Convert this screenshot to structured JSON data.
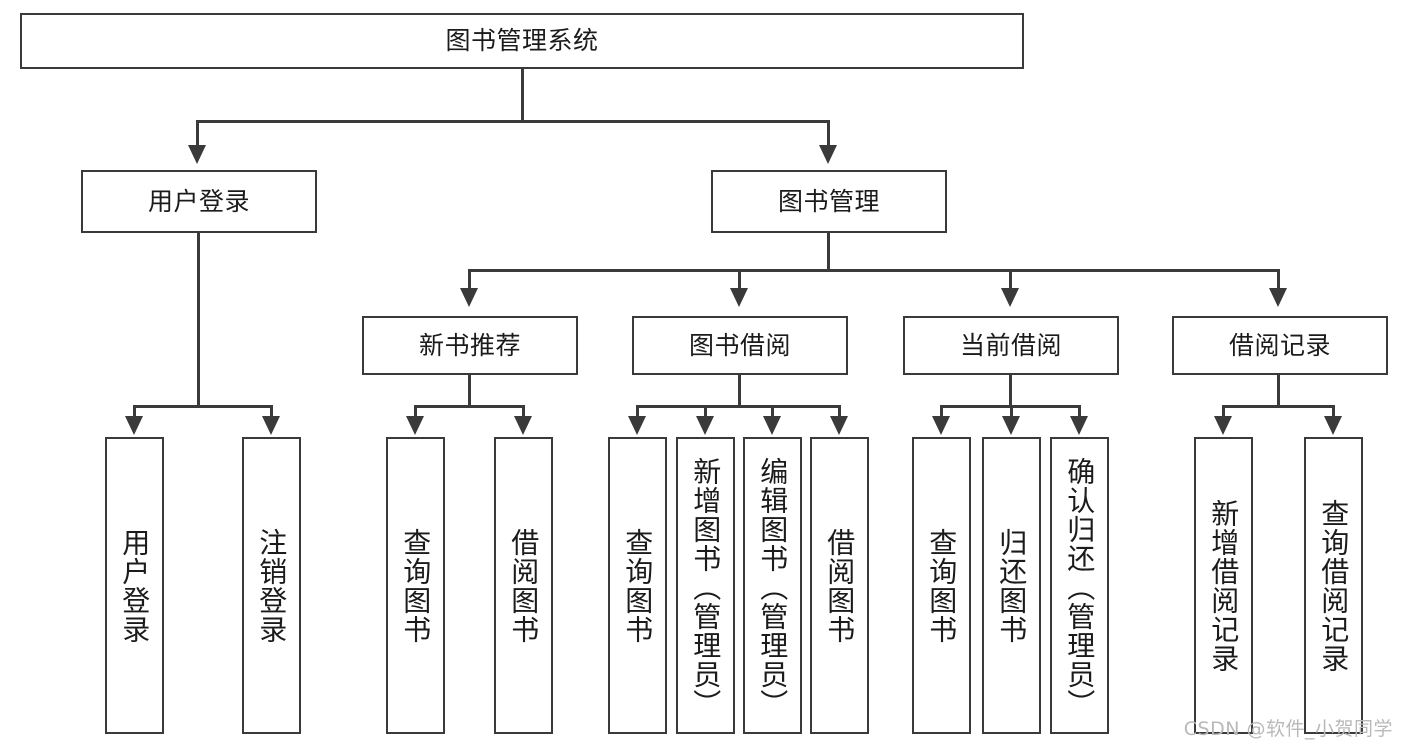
{
  "diagram": {
    "title": "图书管理系统",
    "watermark": "CSDN @软件_小贺同学",
    "colors": {
      "stroke": "#3a3a3a",
      "fill": "#ffffff",
      "text": "#1b1b1b",
      "watermark": "#b9b9b9"
    },
    "root": {
      "label": "图书管理系统"
    },
    "level2": [
      {
        "label": "用户登录"
      },
      {
        "label": "图书管理"
      }
    ],
    "level3": [
      {
        "label": "新书推荐"
      },
      {
        "label": "图书借阅"
      },
      {
        "label": "当前借阅"
      },
      {
        "label": "借阅记录"
      }
    ],
    "leaves": {
      "user_login": [
        {
          "label": "用户登录"
        },
        {
          "label": "注销登录"
        }
      ],
      "new_book": [
        {
          "label": "查询图书"
        },
        {
          "label": "借阅图书"
        }
      ],
      "book_borrow": [
        {
          "label": "查询图书"
        },
        {
          "label": "新增图书（管理员）"
        },
        {
          "label": "编辑图书（管理员）"
        },
        {
          "label": "借阅图书"
        }
      ],
      "current_borrow": [
        {
          "label": "查询图书"
        },
        {
          "label": "归还图书"
        },
        {
          "label": "确认归还（管理员）"
        }
      ],
      "borrow_record": [
        {
          "label": "新增借阅记录"
        },
        {
          "label": "查询借阅记录"
        }
      ]
    }
  }
}
